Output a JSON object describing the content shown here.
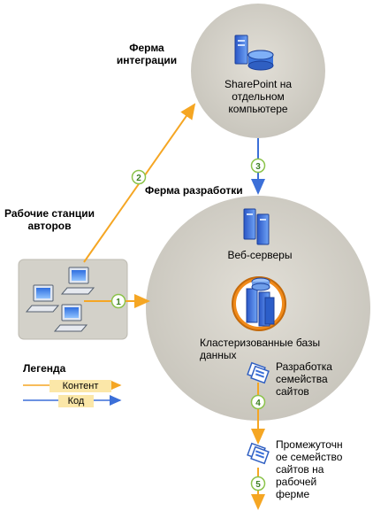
{
  "labels": {
    "integration_farm": "Ферма\nинтеграции",
    "sharepoint_standalone": "SharePoint на\nотдельном\nкомпьютере",
    "dev_farm": "Ферма разработки",
    "author_workstations": "Рабочие станции\nавторов",
    "web_servers": "Веб-серверы",
    "clustered_db": "Кластеризованные базы\nданных",
    "site_collection_dev": "Разработка\nсемейства\nсайтов",
    "intermediate_site_collection": "Промежуточн\nое семейство\nсайтов на\nрабочей\nферме"
  },
  "steps": [
    "1",
    "2",
    "3",
    "4",
    "5"
  ],
  "legend": {
    "title": "Легенда",
    "content": "Контент",
    "code": "Код"
  },
  "colors": {
    "content_arrow": "#f5a623",
    "code_arrow": "#3b6fd8",
    "farm_circle": "#d4d1c8",
    "workstation_box": "#d3d1c9",
    "legend_bg": "#fbe7a8",
    "step_badge": "#8bc34a"
  },
  "icons": {
    "server": "server-icon",
    "database": "database-icon",
    "workstation": "workstation-icon",
    "site_collection": "site-collection-icon"
  }
}
